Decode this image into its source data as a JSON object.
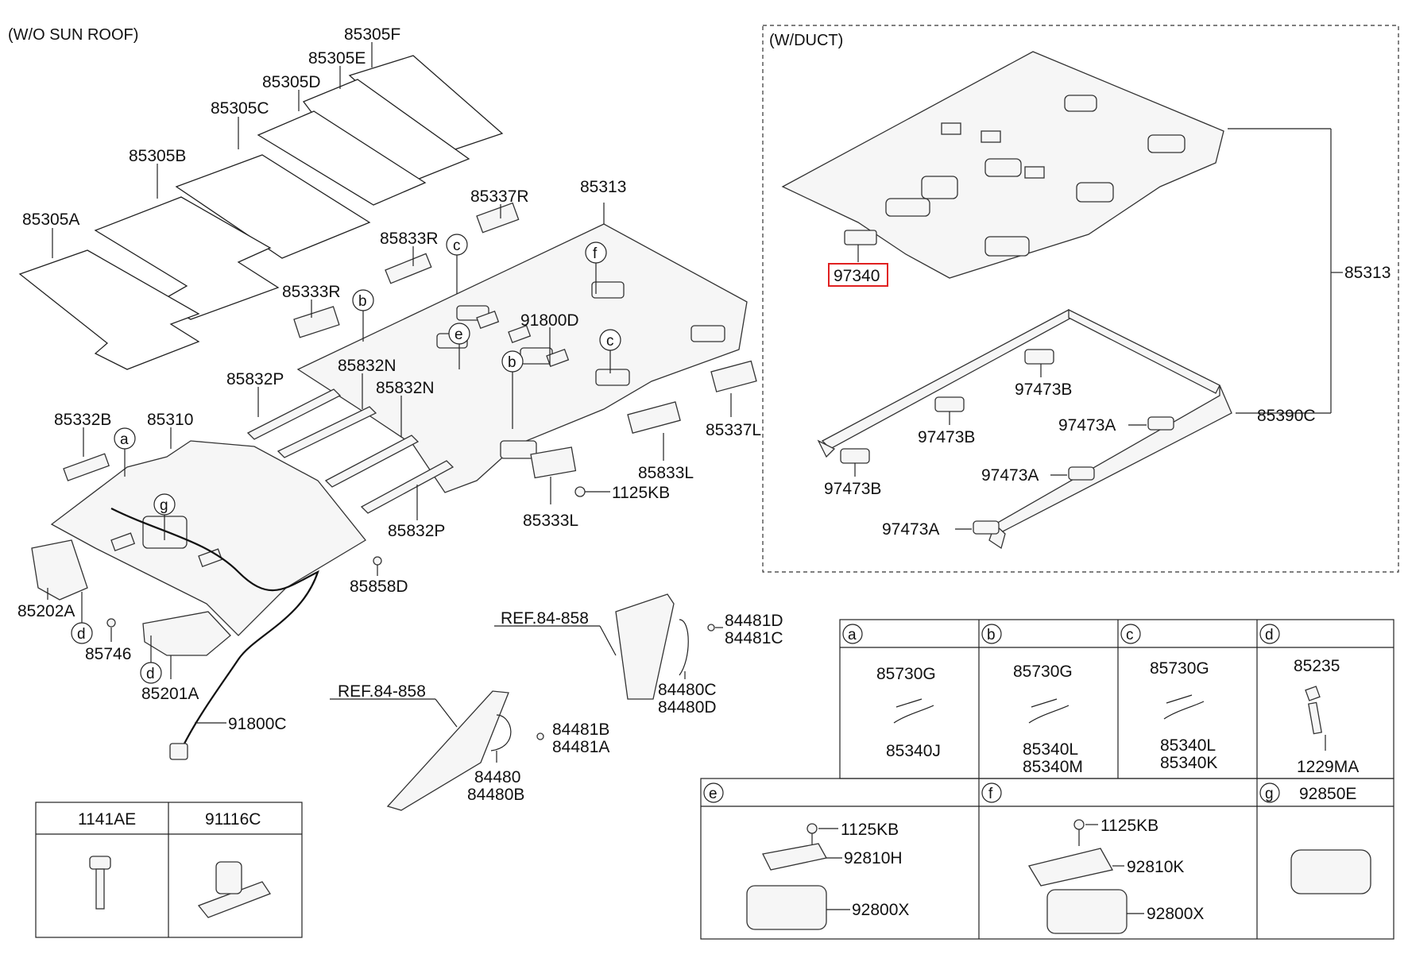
{
  "notes": {
    "wo_sun_roof": "(W/O SUN ROOF)",
    "w_duct": "(W/DUCT)"
  },
  "parts": {
    "p85305F": "85305F",
    "p85305E": "85305E",
    "p85305D": "85305D",
    "p85305C": "85305C",
    "p85305B": "85305B",
    "p85305A": "85305A",
    "p85313": "85313",
    "p85337R": "85337R",
    "p85833R": "85833R",
    "p85333R": "85333R",
    "p91800D": "91800D",
    "p85832P_top": "85832P",
    "p85832N_a": "85832N",
    "p85832N_b": "85832N",
    "p85332B": "85332B",
    "p85310": "85310",
    "p85337L": "85337L",
    "p85833L": "85833L",
    "p1125KB": "1125KB",
    "p85333L": "85333L",
    "p85832P_bot": "85832P",
    "p85858D": "85858D",
    "p85202A": "85202A",
    "p85746": "85746",
    "p85201A": "85201A",
    "p91800C": "91800C",
    "ref_a": "REF.84-858",
    "ref_b": "REF.84-858",
    "p84481D": "84481D",
    "p84481C": "84481C",
    "p84480C": "84480C",
    "p84480D": "84480D",
    "p84481B": "84481B",
    "p84481A": "84481A",
    "p84480": "84480",
    "p84480B": "84480B",
    "p97340": "97340",
    "p85313_duct": "85313",
    "p97473B_a": "97473B",
    "p97473B_b": "97473B",
    "p97473B_c": "97473B",
    "p97473A_a": "97473A",
    "p97473A_b": "97473A",
    "p97473A_c": "97473A",
    "p85390C": "85390C"
  },
  "callouts": {
    "a": "a",
    "b": "b",
    "c": "c",
    "d": "d",
    "e": "e",
    "f": "f",
    "g": "g"
  },
  "legend_small": {
    "col1": "1141AE",
    "col2": "91116C"
  },
  "detail_table": {
    "a_top": "85730G",
    "a_bot": "85340J",
    "b_top": "85730G",
    "b_bot1": "85340L",
    "b_bot2": "85340M",
    "c_top": "85730G",
    "c_bot1": "85340L",
    "c_bot2": "85340K",
    "d_top": "85235",
    "d_bot": "1229MA",
    "e_1": "1125KB",
    "e_2": "92810H",
    "e_3": "92800X",
    "f_1": "1125KB",
    "f_2": "92810K",
    "f_3": "92800X",
    "g_head": "92850E"
  },
  "colors": {
    "highlight": "#e02020",
    "line": "#222222"
  }
}
